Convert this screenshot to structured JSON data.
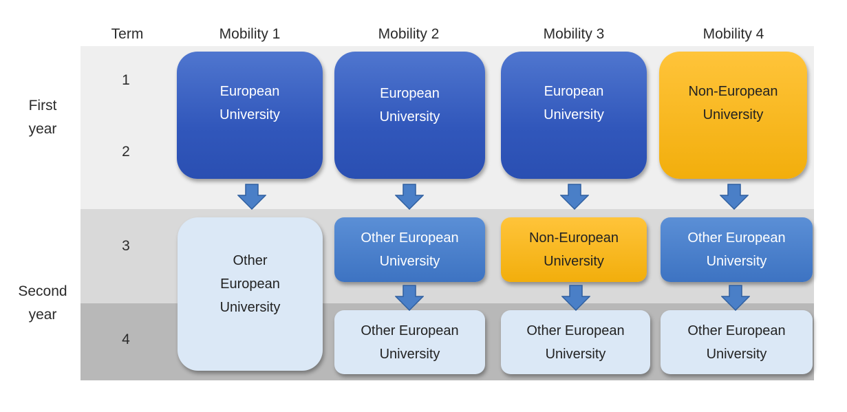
{
  "headers": {
    "term": "Term",
    "mobilities": [
      "Mobility 1",
      "Mobility 2",
      "Mobility 3",
      "Mobility 4"
    ]
  },
  "terms": [
    "1",
    "2",
    "3",
    "4"
  ],
  "years": {
    "first": "First\nyear",
    "second": "Second\nyear"
  },
  "colors": {
    "european": "#3157bb",
    "other_european": "#3d73c2",
    "non_european": "#f2ae0c",
    "light_box": "#dbe8f6",
    "arrow": "#4a7fc7"
  },
  "mobilities": [
    {
      "first_year": "European\nUniversity",
      "second_year_full": "Other\nEuropean\nUniversity"
    },
    {
      "first_year": "European\nUniversity",
      "term3": "Other European\nUniversity",
      "term4": "Other European\nUniversity"
    },
    {
      "first_year": "European\nUniversity",
      "term3": "Non-European\nUniversity",
      "term4": "Other European\nUniversity"
    },
    {
      "first_year": "Non-European\nUniversity",
      "term3": "Other European\nUniversity",
      "term4": "Other European\nUniversity"
    }
  ]
}
